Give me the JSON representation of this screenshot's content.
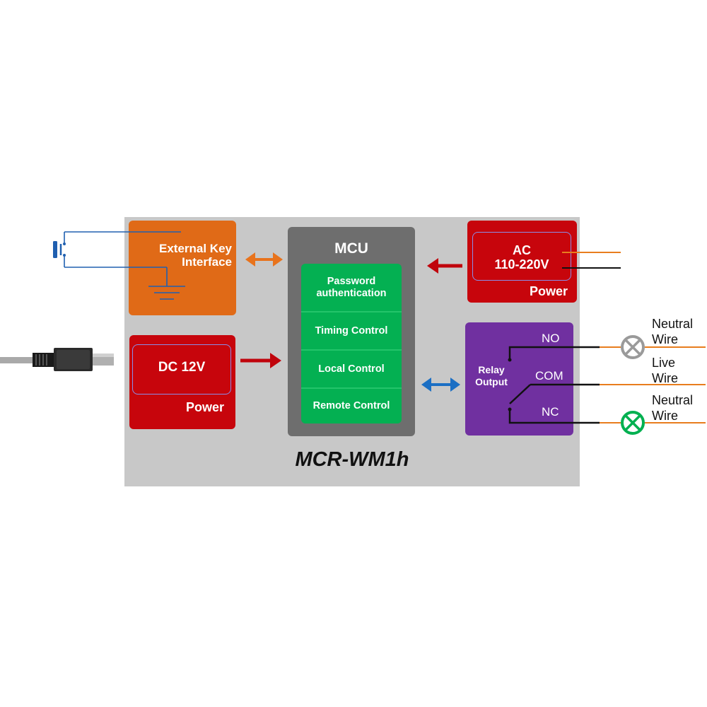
{
  "external_key": {
    "label_line1": "External Key",
    "label_line2": "Interface"
  },
  "dc_power": {
    "voltage": "DC 12V",
    "power_label": "Power"
  },
  "mcu": {
    "title": "MCU",
    "functions": [
      "Password authentication",
      "Timing Control",
      "Local Control",
      "Remote Control"
    ]
  },
  "ac_power": {
    "label_line1": "AC",
    "label_line2": "110-220V",
    "power_label": "Power"
  },
  "relay": {
    "label_line1": "Relay",
    "label_line2": "Output",
    "terminals": {
      "no": "NO",
      "com": "COM",
      "nc": "NC"
    }
  },
  "wires": {
    "top_line1": "Neutral",
    "top_line2": "Wire",
    "mid_line1": "Live",
    "mid_line2": "Wire",
    "bottom_line1": "Neutral",
    "bottom_line2": "Wire"
  },
  "model_name": "MCR-WM1h",
  "colors": {
    "board": "#c8c8c8",
    "external_key": "#e06a17",
    "power": "#c7050c",
    "mcu": "#6e6e6e",
    "mcu_functions": "#04b052",
    "relay": "#7030a0",
    "arrow_red": "#c0040c",
    "arrow_orange": "#e8731c",
    "arrow_blue": "#1b6fc4",
    "wire_orange": "#e87d1e",
    "lamp_off": "#9a9a9a",
    "lamp_on": "#00b050"
  }
}
